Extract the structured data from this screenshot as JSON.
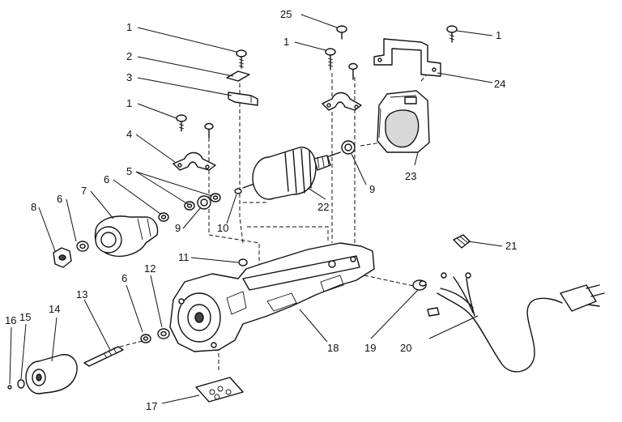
{
  "colors": {
    "ink": "#111111",
    "paper": "#ffffff",
    "shade": "#d8d8d8"
  },
  "callouts": [
    {
      "label": "1"
    },
    {
      "label": "2"
    },
    {
      "label": "3"
    },
    {
      "label": "1"
    },
    {
      "label": "4"
    },
    {
      "label": "5"
    },
    {
      "label": "6"
    },
    {
      "label": "7"
    },
    {
      "label": "6"
    },
    {
      "label": "8"
    },
    {
      "label": "9"
    },
    {
      "label": "10"
    },
    {
      "label": "25"
    },
    {
      "label": "1"
    },
    {
      "label": "1"
    },
    {
      "label": "24"
    },
    {
      "label": "22"
    },
    {
      "label": "9"
    },
    {
      "label": "23"
    },
    {
      "label": "21"
    },
    {
      "label": "11"
    },
    {
      "label": "12"
    },
    {
      "label": "6"
    },
    {
      "label": "13"
    },
    {
      "label": "14"
    },
    {
      "label": "15"
    },
    {
      "label": "16"
    },
    {
      "label": "18"
    },
    {
      "label": "19"
    },
    {
      "label": "20"
    },
    {
      "label": "17"
    }
  ]
}
